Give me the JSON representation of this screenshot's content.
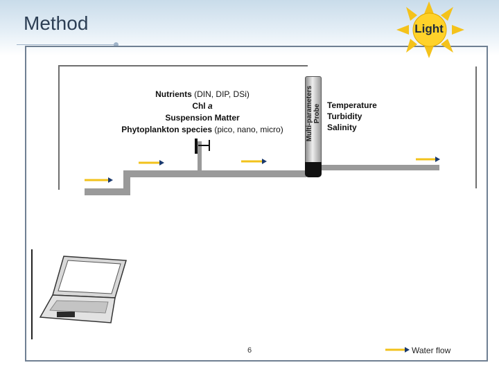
{
  "slide": {
    "title": "Method",
    "light_label": "Light",
    "page_number": "6"
  },
  "probe": {
    "label_line1": "Multi-parameters",
    "label_line2": "Probe"
  },
  "sample_parameters": {
    "nutrients_label": "Nutrients",
    "nutrients_detail": " (DIN, DIP, DSi)",
    "chl_label": "Chl ",
    "chl_italic": "a",
    "suspension": "Suspension Matter",
    "phyto_label": "Phytoplankton species",
    "phyto_detail": " (pico, nano, micro)"
  },
  "probe_parameters": [
    "Temperature",
    "Turbidity",
    "Salinity"
  ],
  "legend": {
    "label": "Water flow",
    "color": "#f2c21b"
  },
  "icons": [
    "sun-icon",
    "laptop-icon",
    "sampling-tap-icon",
    "flow-arrow-icon"
  ]
}
